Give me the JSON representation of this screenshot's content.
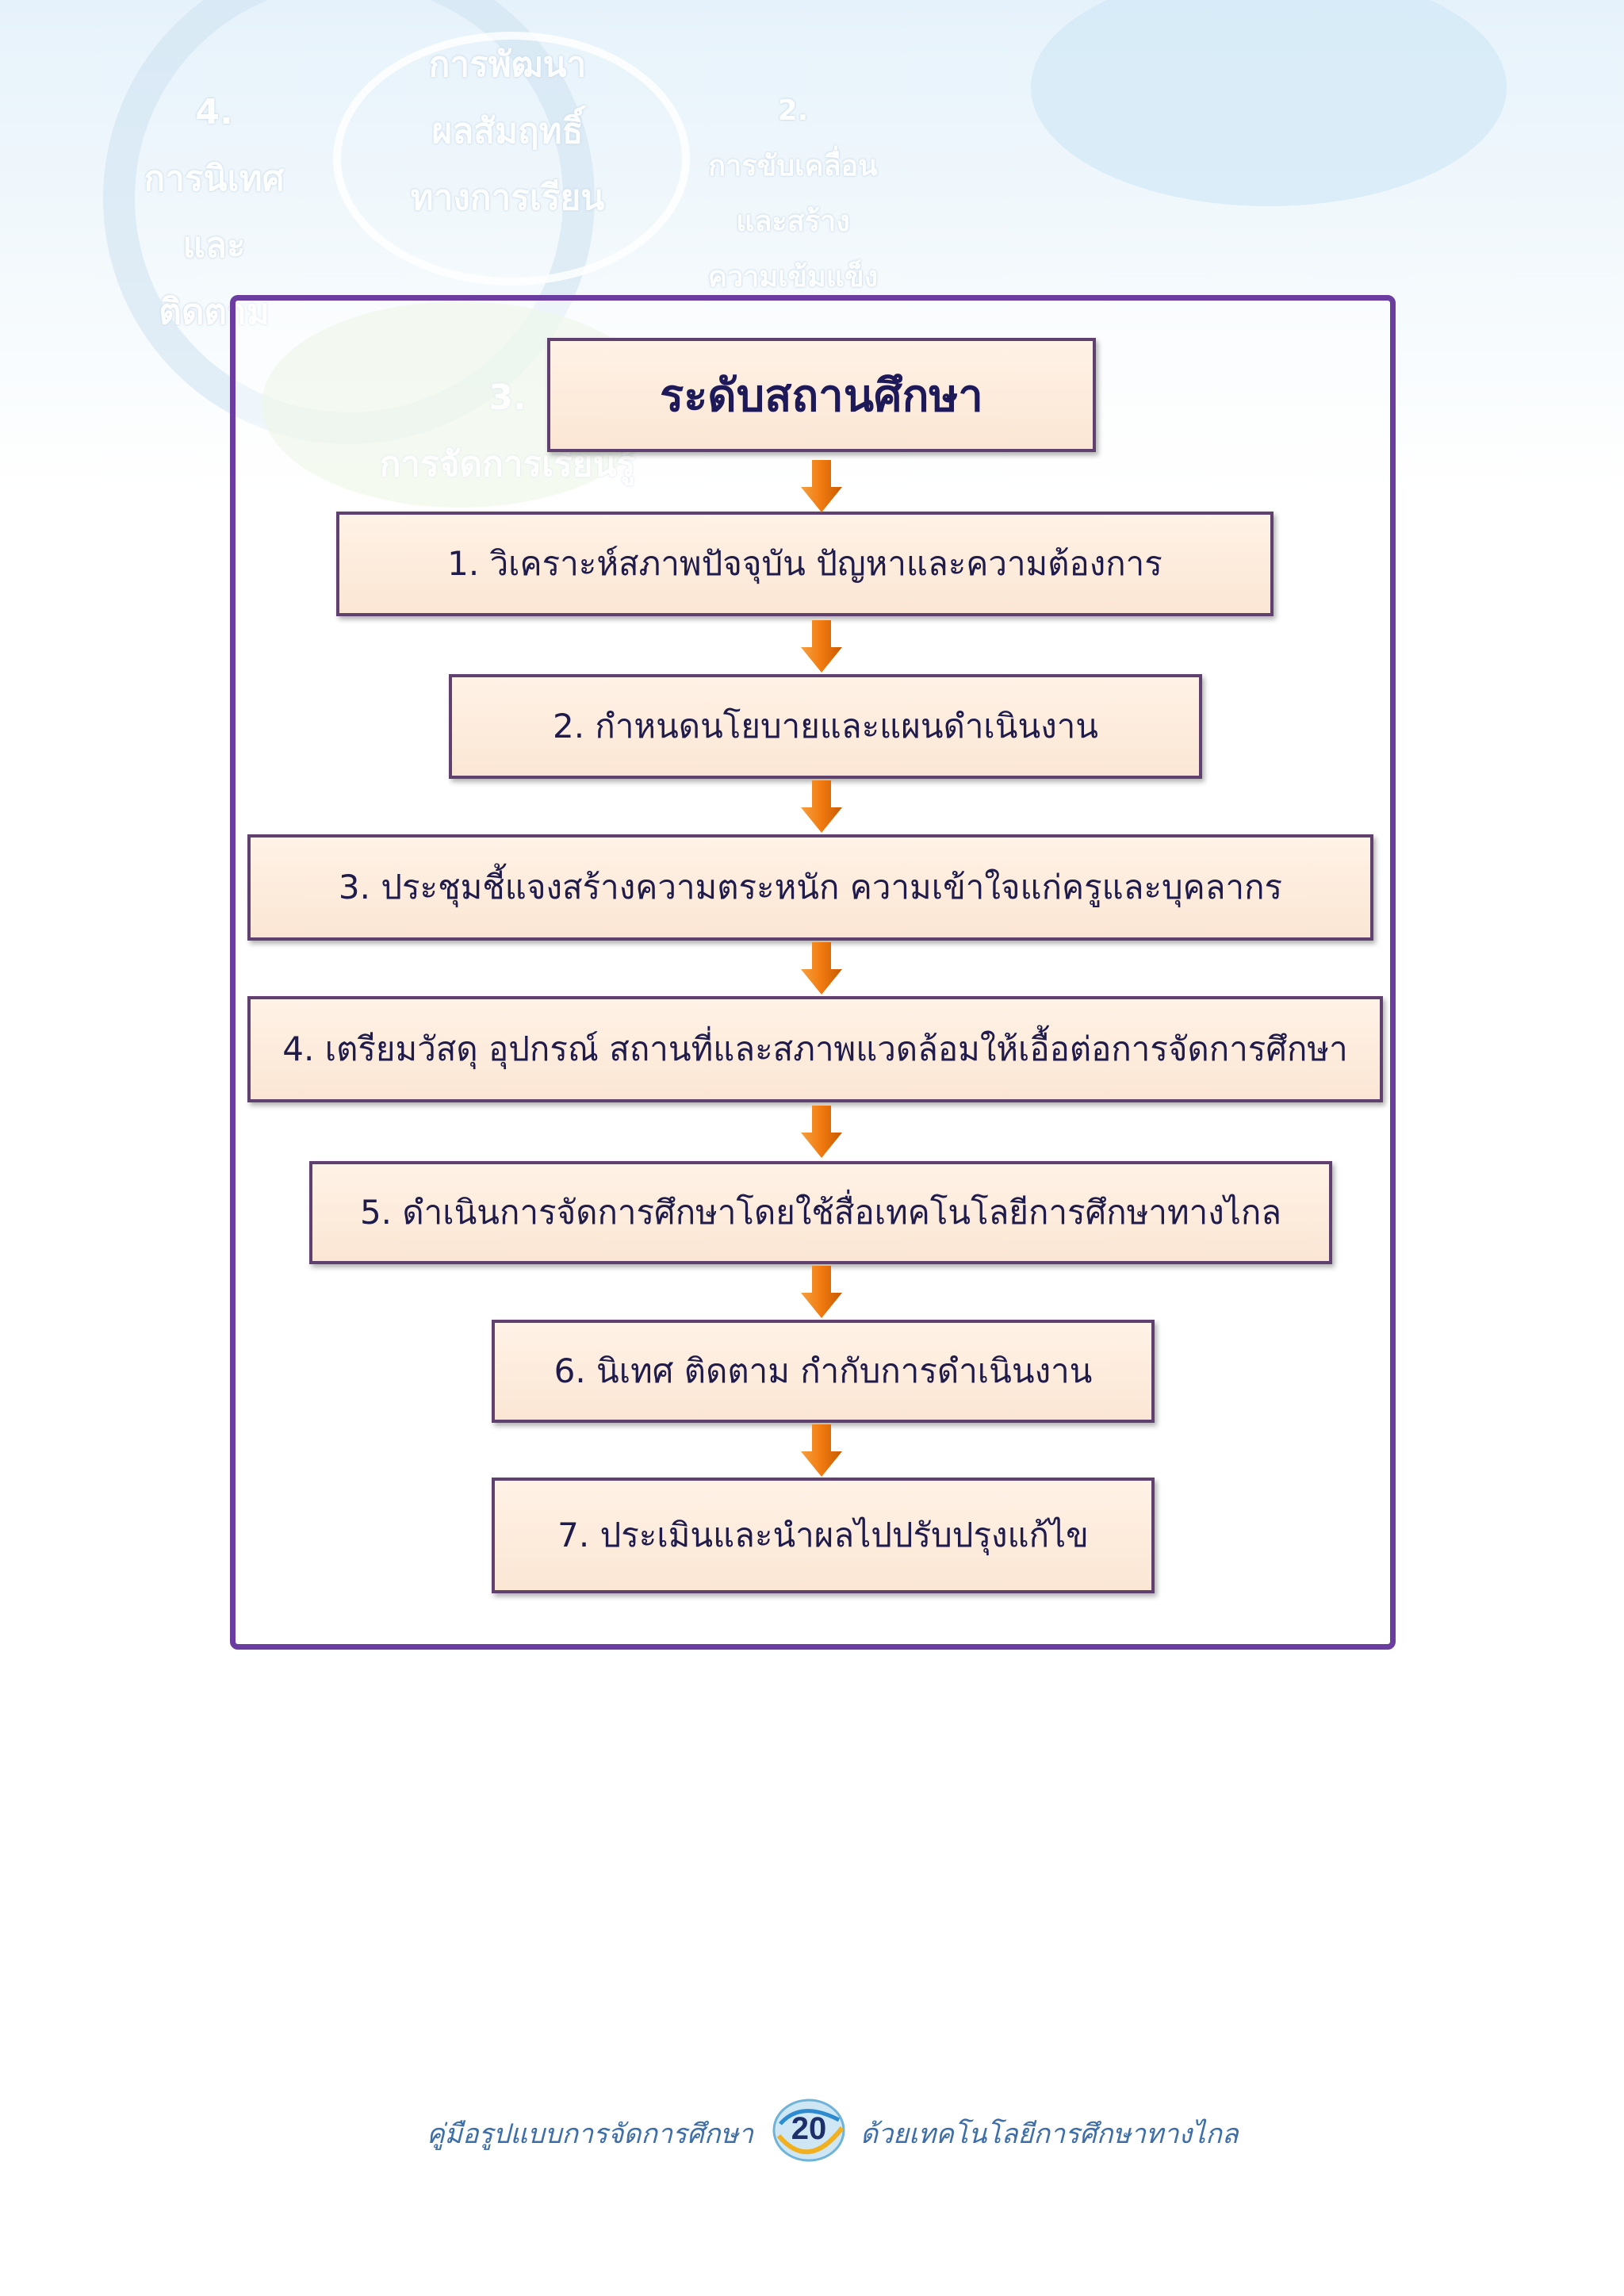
{
  "background_labels": {
    "item4": [
      "4.",
      "การนิเทศ",
      "และ",
      "ติดตาม"
    ],
    "center": [
      "การพัฒนา",
      "ผลสัมฤทธิ์",
      "ทางการเรียน"
    ],
    "item2": [
      "2.",
      "การขับเคลื่อน",
      "และสร้าง",
      "ความเข้มแข็ง"
    ],
    "item3": [
      "3.",
      "การจัดการเรียนรู้"
    ]
  },
  "flowchart": {
    "title": "ระดับสถานศึกษา",
    "steps": [
      "1.  วิเคราะห์สภาพปัจจุบัน ปัญหาและความต้องการ",
      "2.  กำหนดนโยบายและแผนดำเนินงาน",
      "3.  ประชุมชี้แจงสร้างความตระหนัก ความเข้าใจแก่ครูและบุคลากร",
      "4.  เตรียมวัสดุ อุปกรณ์ สถานที่และสภาพแวดล้อมให้เอื้อต่อการจัดการศึกษา",
      "5.  ดำเนินการจัดการศึกษาโดยใช้สื่อเทคโนโลยีการศึกษาทางไกล",
      "6.  นิเทศ ติดตาม กำกับการดำเนินงาน",
      "7.  ประเมินและนำผลไปปรับปรุงแก้ไข"
    ]
  },
  "footer": {
    "left_text": "คู่มือรูปแบบการจัดการศึกษา",
    "page_number": "20",
    "right_text": "ด้วยเทคโนโลยีการศึกษาทางไกล"
  },
  "colors": {
    "frame": "#6c3da0",
    "box_fill": "#fbe6d4",
    "box_border": "#60406f",
    "arrow": "#f07a10",
    "footer_text": "#3e6ea8"
  }
}
